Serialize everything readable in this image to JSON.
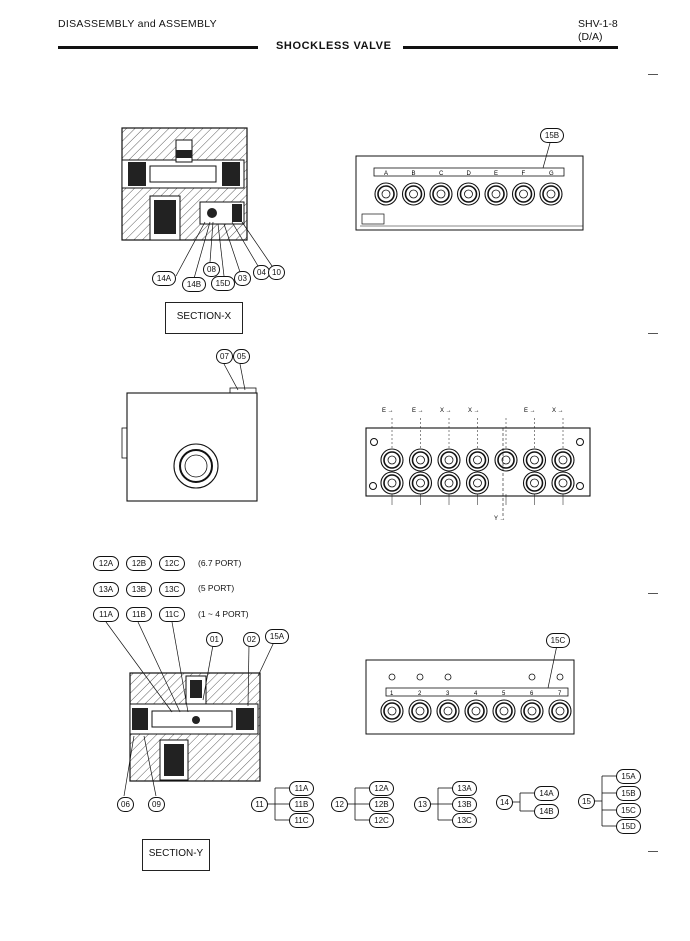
{
  "header": {
    "section": "DISASSEMBLY and ASSEMBLY",
    "page_code": "SHV-1-8",
    "page_sub": "(D/A)",
    "title": "SHOCKLESS VALVE"
  },
  "sections": {
    "x_label": "SECTION-X",
    "y_label": "SECTION-Y"
  },
  "callouts": {
    "top_right": "15B",
    "section_x": [
      "14A",
      "14B",
      "08",
      "15D",
      "03",
      "04",
      "10"
    ],
    "mid_left": [
      "07",
      "05"
    ],
    "mid_right_top_letters": [
      "E",
      "E",
      "X",
      "X",
      "E",
      "X"
    ],
    "mid_right_bottom_letter": "Y",
    "lower_right": "15C",
    "section_y_top": [
      "01",
      "02",
      "15A"
    ],
    "section_y_bottom": [
      "06",
      "09"
    ]
  },
  "top_strip_letters": [
    "A",
    "B",
    "C",
    "D",
    "E",
    "F",
    "G"
  ],
  "bottom_strip_numbers": [
    "1",
    "2",
    "3",
    "4",
    "5",
    "6",
    "7"
  ],
  "port_rows": [
    {
      "items": [
        "12A",
        "12B",
        "12C"
      ],
      "note": "(6.7 PORT)"
    },
    {
      "items": [
        "13A",
        "13B",
        "13C"
      ],
      "note": "(5 PORT)"
    },
    {
      "items": [
        "11A",
        "11B",
        "11C"
      ],
      "note": "(1 ~ 4 PORT)"
    }
  ],
  "groups": [
    {
      "root": "11",
      "items": [
        "11A",
        "11B",
        "11C"
      ]
    },
    {
      "root": "12",
      "items": [
        "12A",
        "12B",
        "12C"
      ]
    },
    {
      "root": "13",
      "items": [
        "13A",
        "13B",
        "13C"
      ]
    },
    {
      "root": "14",
      "items": [
        "14A",
        "14B"
      ]
    },
    {
      "root": "15",
      "items": [
        "15A",
        "15B",
        "15C",
        "15D"
      ]
    }
  ]
}
